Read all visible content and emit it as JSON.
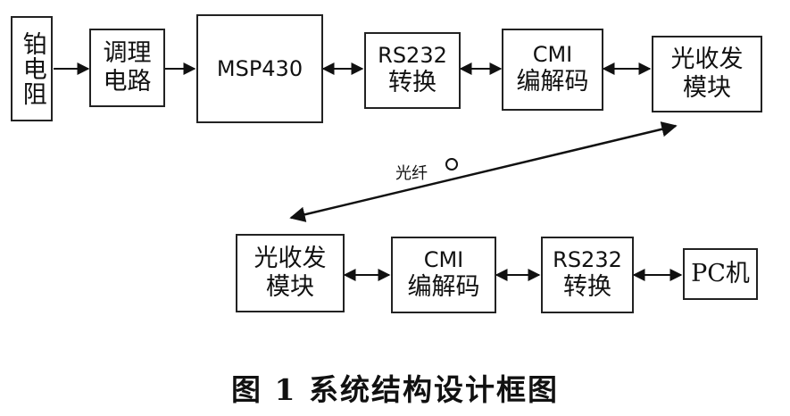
{
  "blocks": {
    "pt_resistor": "铂电阻",
    "conditioning": [
      "调理",
      "电路"
    ],
    "mcu": "MSP430",
    "rs232_top": [
      "RS232",
      "转换"
    ],
    "cmi_top": [
      "CMI",
      "编解码"
    ],
    "optical_top": [
      "光收发",
      "模块"
    ],
    "optical_bottom": [
      "光收发",
      "模块"
    ],
    "cmi_bottom": [
      "CMI",
      "编解码"
    ],
    "rs232_bottom": [
      "RS232",
      "转换"
    ],
    "pc": "PC机"
  },
  "fiber_label": "光纤",
  "caption": "图 1  系统结构设计框图"
}
